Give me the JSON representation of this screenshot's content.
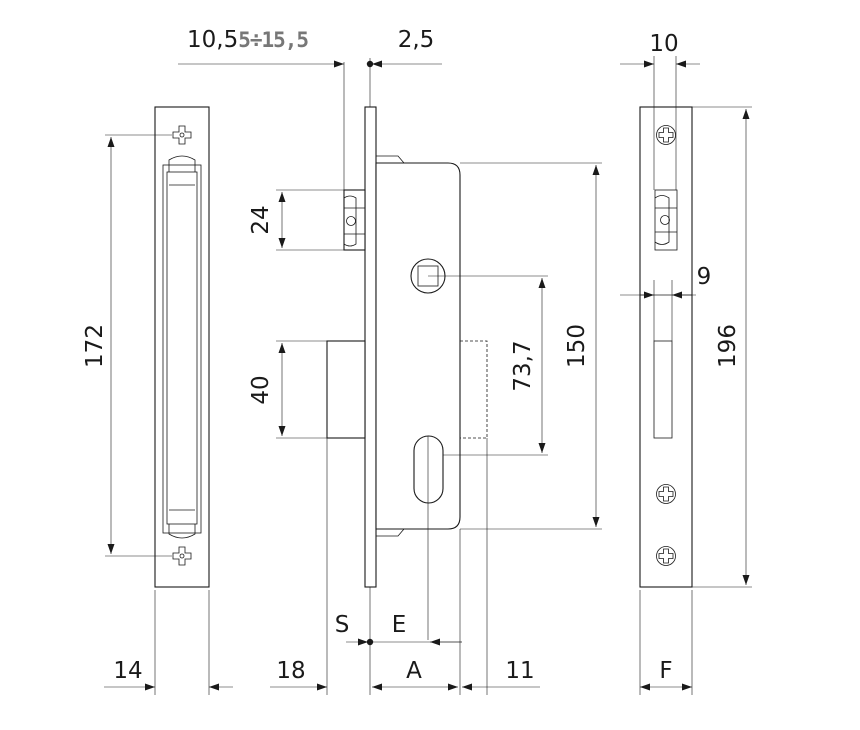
{
  "drawing": {
    "front_plate": {
      "height_label": "172",
      "width_label": "14"
    },
    "lock_body": {
      "top_range_label_a": "10,5",
      "top_range_label_b": "5÷15,5",
      "top_offset_label": "2,5",
      "latch_height_label": "24",
      "deadbolt_height_label": "40",
      "center_distance_label": "73,7",
      "case_height_label": "150",
      "bottom_s_label": "S",
      "bottom_e_label": "E",
      "bottom_18_label": "18",
      "bottom_a_label": "A",
      "bottom_11_label": "11"
    },
    "side_plate": {
      "top_width_label": "10",
      "gap_label": "9",
      "total_height_label": "196",
      "bottom_f_label": "F"
    }
  }
}
